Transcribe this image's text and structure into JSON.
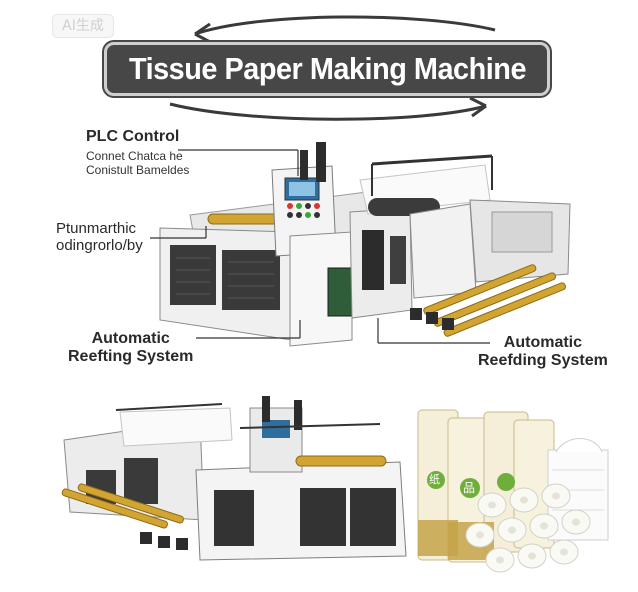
{
  "watermark": "AI生成",
  "title": "Tissue Paper Making Machine",
  "callouts": {
    "plc_title": "PLC Control",
    "plc_line1": "Connet Chatca he",
    "plc_line2": "Conistult Bameldes",
    "pneu_line1": "Ptunmarthic",
    "pneu_line2": "odingrorlo/by",
    "auto_left_line1": "Automatic",
    "auto_left_line2": "Reefting System",
    "auto_right_line1": "Automatic",
    "auto_right_line2": "Reefding System"
  },
  "package_labels": {
    "package_text": "纸",
    "logo_text": "品"
  },
  "colors": {
    "banner_bg": "#474747",
    "banner_text": "#ffffff",
    "machine_white": "#f2f2f2",
    "machine_dark": "#2c2c2c",
    "roller_gold": "#c79a2b",
    "accent_green": "#6fae3b"
  }
}
